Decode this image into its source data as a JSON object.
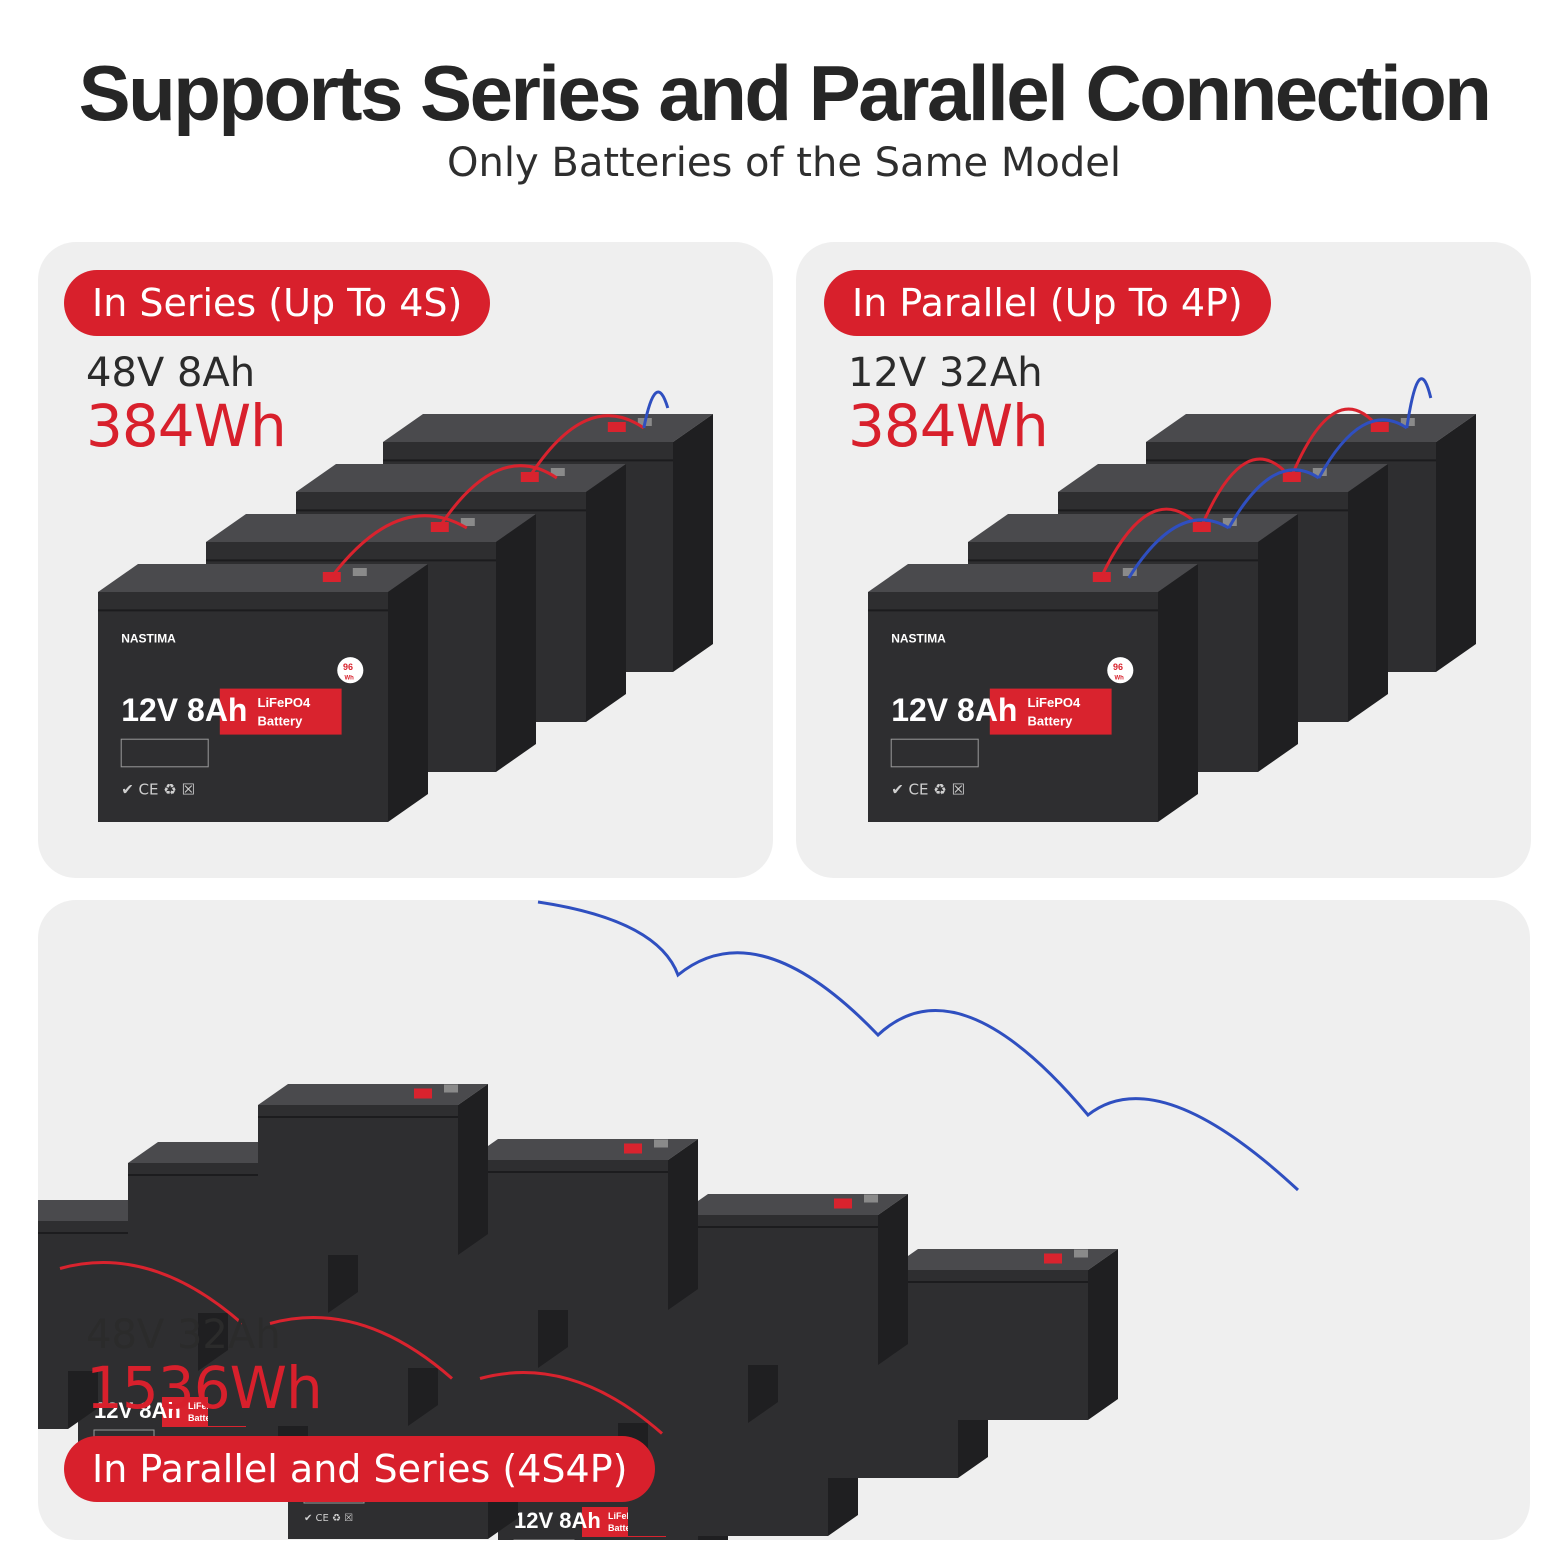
{
  "header": {
    "title": "Supports Series and Parallel Connection",
    "subtitle": "Only Batteries of the Same Model"
  },
  "battery_label": {
    "brand": "NASTIMA",
    "voltage_capacity": "12V 8Ah",
    "chemistry": "LiFePO4",
    "type": "Battery",
    "energy_badge": "96",
    "energy_unit": "Wh"
  },
  "panels": {
    "series": {
      "pill": "In Series (Up To 4S)",
      "spec": "48V 8Ah",
      "energy": "384Wh"
    },
    "parallel": {
      "pill": "In Parallel (Up To 4P)",
      "spec": "12V 32Ah",
      "energy": "384Wh"
    },
    "combo": {
      "pill": "In Parallel and Series (4S4P)",
      "spec": "48V 32Ah",
      "energy": "1536Wh"
    }
  },
  "colors": {
    "accent_red": "#d8202c",
    "panel_bg": "#efefef",
    "battery_body": "#2e2e30",
    "wire_red": "#d9232e",
    "wire_blue": "#2f4fc0"
  }
}
